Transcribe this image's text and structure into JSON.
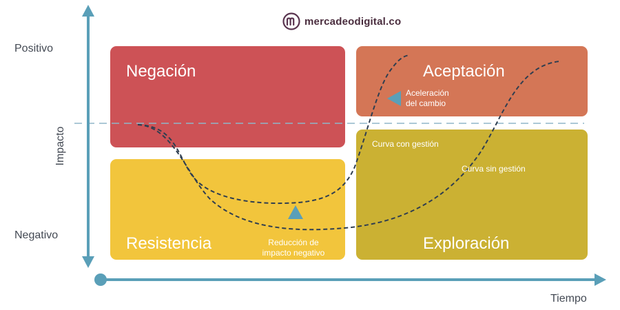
{
  "brand": {
    "name": "mercadeodigital.co",
    "color": "#5a3550"
  },
  "axes": {
    "y_label": "Impacto",
    "y_top": "Positivo",
    "y_bottom": "Negativo",
    "x_label": "Tiempo",
    "color": "#5a9fb8"
  },
  "quadrants": [
    {
      "id": "negacion",
      "label": "Negación",
      "color": "#cd5256"
    },
    {
      "id": "aceptacion",
      "label": "Aceptación",
      "color": "#d47656"
    },
    {
      "id": "resistencia",
      "label": "Resistencia",
      "color": "#f2c53c"
    },
    {
      "id": "exploracion",
      "label": "Exploración",
      "color": "#cbb133"
    }
  ],
  "annotations": {
    "acceleration": {
      "line1": "Aceleración",
      "line2": "del cambio"
    },
    "reduction": {
      "line1": "Reducción de",
      "line2": "impacto negativo"
    },
    "curve_managed": "Curva con gestión",
    "curve_unmanaged": "Curva sin gestión"
  },
  "marker_color": "#5a9fb8",
  "curve_color": "#2f3e50"
}
